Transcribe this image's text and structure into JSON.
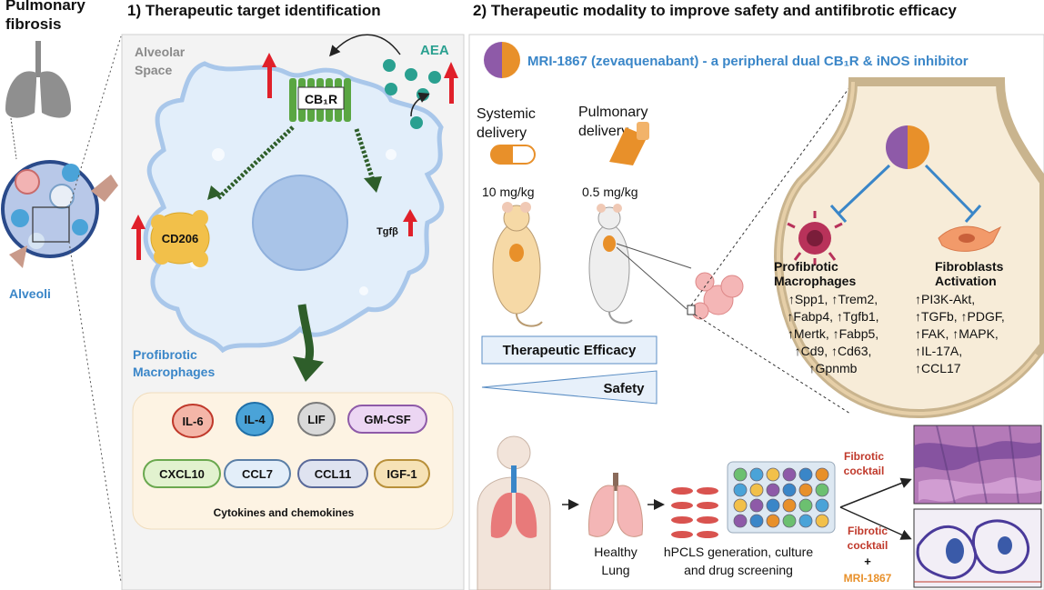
{
  "left": {
    "title_line1": "Pulmonary",
    "title_line2": "fibrosis",
    "alveoli_label": "Alveoli"
  },
  "panel1": {
    "header": "1) Therapeutic target identification",
    "alveolar_space_line1": "Alveolar",
    "alveolar_space_line2": "Space",
    "aea_label": "AEA",
    "receptor_label": "CB₁R",
    "cd206_label": "CD206",
    "tgfb_label": "Tgfβ",
    "macrophage_label_line1": "Profibrotic",
    "macrophage_label_line2": "Macrophages",
    "cytokine_title": "Cytokines and chemokines",
    "cytokines": [
      {
        "label": "IL-6",
        "fill": "#f4b6a8",
        "stroke": "#c0392b"
      },
      {
        "label": "IL-4",
        "fill": "#4aa3d8",
        "stroke": "#1f6fa8"
      },
      {
        "label": "LIF",
        "fill": "#d9d9d9",
        "stroke": "#7a7a7a"
      },
      {
        "label": "GM-CSF",
        "fill": "#ecd6f3",
        "stroke": "#8e5aa8"
      },
      {
        "label": "CXCL10",
        "fill": "#e2f2cf",
        "stroke": "#6aa84f"
      },
      {
        "label": "CCL7",
        "fill": "#e3eef9",
        "stroke": "#5b7fa6"
      },
      {
        "label": "CCL11",
        "fill": "#dfe3f0",
        "stroke": "#5a6a9a"
      },
      {
        "label": "IGF-1",
        "fill": "#f6e2b6",
        "stroke": "#b8903a"
      }
    ]
  },
  "panel2": {
    "header": "2) Therapeutic modality to improve safety and antifibrotic efficacy",
    "drug_title": "MRI-1867 (zevaquenabant) - a peripheral dual CB₁R & iNOS inhibitor",
    "systemic_line1": "Systemic",
    "systemic_line2": "delivery",
    "pulmonary_line1": "Pulmonary",
    "pulmonary_line2": "delivery",
    "dose_systemic": "10 mg/kg",
    "dose_pulmonary": "0.5 mg/kg",
    "efficacy_label": "Therapeutic Efficacy",
    "safety_label": "Safety",
    "macro_title_line1": "Profibrotic",
    "macro_title_line2": "Macrophages",
    "macro_genes": [
      "↑Spp1, ↑Trem2,",
      "↑Fabp4, ↑Tgfb1,",
      "↑Mertk, ↑Fabp5,",
      "↑Cd9, ↑Cd63,",
      "↑Gpnmb"
    ],
    "fibro_title_line1": "Fibroblasts",
    "fibro_title_line2": "Activation",
    "fibro_genes": [
      "↑PI3K-Akt,",
      "↑TGFb, ↑PDGF,",
      "↑FAK, ↑MAPK,",
      "↑IL-17A,",
      "↑CCL17"
    ],
    "healthy_line1": "Healthy",
    "healthy_line2": "Lung",
    "hpcls_line1": "hPCLS generation, culture",
    "hpcls_line2": "and drug screening",
    "cocktail1_line1": "Fibrotic",
    "cocktail1_line2": "cocktail",
    "cocktail2_line1": "Fibrotic",
    "cocktail2_line2": "cocktail",
    "plus_sign": "+",
    "drug_short": "MRI-1867",
    "colors": {
      "title_blue": "#3a86c8",
      "cocktail_red": "#c0392b",
      "drug_orange": "#e8902a",
      "purple": "#8e5aa8"
    }
  }
}
